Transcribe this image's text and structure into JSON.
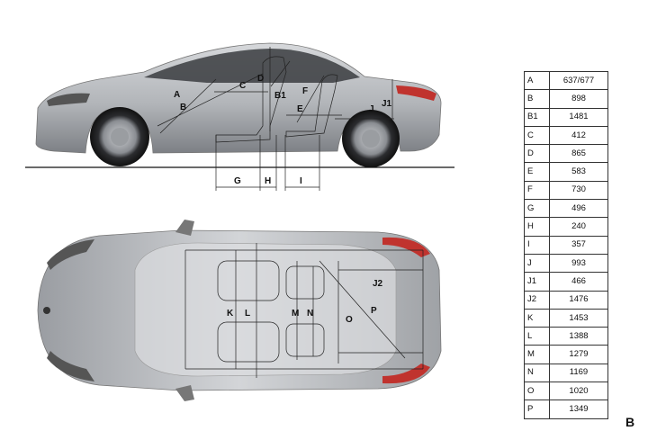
{
  "dimensions": [
    {
      "code": "A",
      "value": "637/677"
    },
    {
      "code": "B",
      "value": "898"
    },
    {
      "code": "B1",
      "value": "1481"
    },
    {
      "code": "C",
      "value": "412"
    },
    {
      "code": "D",
      "value": "865"
    },
    {
      "code": "E",
      "value": "583"
    },
    {
      "code": "F",
      "value": "730"
    },
    {
      "code": "G",
      "value": "496"
    },
    {
      "code": "H",
      "value": "240"
    },
    {
      "code": "I",
      "value": "357"
    },
    {
      "code": "J",
      "value": "993"
    },
    {
      "code": "J1",
      "value": "466"
    },
    {
      "code": "J2",
      "value": "1476"
    },
    {
      "code": "K",
      "value": "1453"
    },
    {
      "code": "L",
      "value": "1388"
    },
    {
      "code": "M",
      "value": "1279"
    },
    {
      "code": "N",
      "value": "1169"
    },
    {
      "code": "O",
      "value": "1020"
    },
    {
      "code": "P",
      "value": "1349"
    }
  ],
  "labels": {
    "A": "A",
    "B": "B",
    "B1": "B1",
    "C": "C",
    "D": "D",
    "E": "E",
    "F": "F",
    "G": "G",
    "H": "H",
    "I": "I",
    "J": "J",
    "J1": "J1",
    "J2": "J2",
    "K": "K",
    "L": "L",
    "M": "M",
    "N": "N",
    "O": "O",
    "P": "P"
  },
  "page_letter": "B",
  "colors": {
    "body": "#b9bcc0",
    "body_dark": "#6d7075",
    "glass": "#2a2c30",
    "taillight": "#c0332e",
    "line": "#222222"
  }
}
